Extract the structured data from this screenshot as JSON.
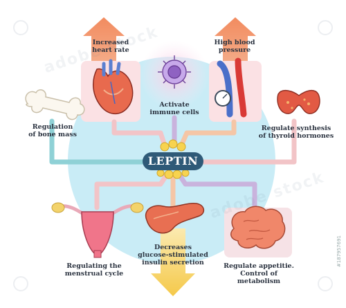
{
  "center": {
    "label": "LEPTIN"
  },
  "effects": [
    {
      "id": "heart",
      "text": "Increased heart rate"
    },
    {
      "id": "immune",
      "text": "Activate immune cells"
    },
    {
      "id": "pressure",
      "text": "High blood pressure"
    },
    {
      "id": "bone",
      "text": "Regulation of bone mass"
    },
    {
      "id": "thyroid",
      "text": "Regulate synthesis of thyroid hormones"
    },
    {
      "id": "menstrual",
      "text": "Regulating the menstrual cycle"
    },
    {
      "id": "insulin",
      "text": "Decreases glucose-stimulated insulin secretion"
    },
    {
      "id": "appetite",
      "text": "Regulate appetitie. Control of metabolism"
    }
  ],
  "labels": {
    "heart_1": "Increased",
    "heart_2": "heart rate",
    "immune_1": "Activate",
    "immune_2": "immune cells",
    "pressure_1": "High blood",
    "pressure_2": "pressure",
    "bone_1": "Regulation",
    "bone_2": "of bone mass",
    "thyroid_1": "Regulate synthesis",
    "thyroid_2": "of thyroid hormones",
    "menstrual_1": "Regulating the",
    "menstrual_2": "menstrual cycle",
    "insulin_1": "Decreases",
    "insulin_2": "glucose-stimulated",
    "insulin_3": "insulin secretion",
    "appetite_1": "Regulate appetitie.",
    "appetite_2": "Control of metabolism"
  },
  "watermark": "adobe stock",
  "side_id": "#187957691",
  "colors": {
    "background_circle": "#c9ecf6",
    "center_pill": "#2f5a78",
    "line_teal": "#8fd1d6",
    "line_pink": "#f2c4c7",
    "line_purple": "#c9b3dd",
    "line_peach": "#f5c6a6",
    "arrow_up": "#f39b72",
    "arrow_down": "#f7d46c"
  }
}
